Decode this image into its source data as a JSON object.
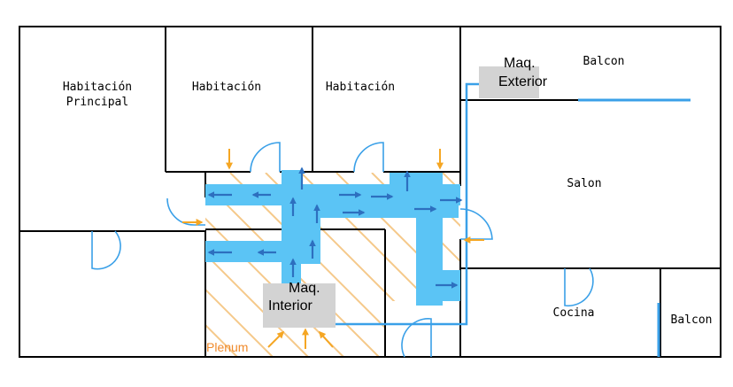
{
  "rooms": {
    "main_bedroom_line1": "Habitación",
    "main_bedroom_line2": "Principal",
    "bedroom_1": "Habitación",
    "bedroom_2": "Habitación",
    "balcony_top": "Balcon",
    "living": "Salon",
    "kitchen": "Cocina",
    "balcony_right": "Balcon"
  },
  "units": {
    "exterior_line1": "Maq.",
    "exterior_line2": "Exterior",
    "interior_line1": "Maq.",
    "interior_line2": "Interior"
  },
  "plenum_label": "Plenum",
  "colors": {
    "walls": "#000000",
    "duct": "#5bc4f5",
    "airflow_arrow": "#2d6fbf",
    "refrigerant_line": "#3aa0e8",
    "return_arrow": "#f5a623",
    "plenum_hatch": "#f5c98a",
    "unit_box": "#d3d3d3",
    "door": "#3aa0e8"
  }
}
